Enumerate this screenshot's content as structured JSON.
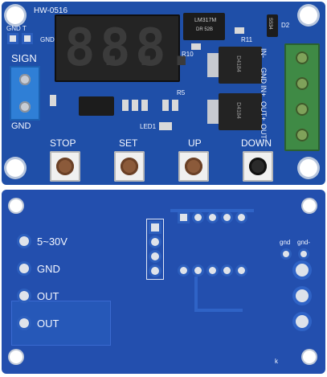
{
  "top_board": {
    "model_label": "HW-0516",
    "gnd_t_label": "GND T",
    "gnd_small_label": "GND",
    "sign_label": "SIGN",
    "gnd_bottom_label": "GND",
    "r10_label": "R10",
    "r11_label": "R11",
    "r5_label": "R5",
    "led1_label": "LED1",
    "d2_label": "D2",
    "regulator_text": "LM317M",
    "regulator_code": "DR 52B",
    "diode_text": "SS34",
    "mosfet_text": "D4184",
    "terminal_labels": [
      "IN-",
      "GND",
      "IN+",
      "OUT+",
      "OUT-"
    ],
    "buttons": [
      "STOP",
      "SET",
      "UP",
      "DOWN"
    ]
  },
  "bottom_board": {
    "labels": [
      "5~30V",
      "GND",
      "OUT",
      "OUT"
    ],
    "gnd_label": "gnd",
    "gnd_minus_label": "gnd-",
    "k_label": "k"
  },
  "colors": {
    "pcb_blue": "#1f4fa8",
    "terminal_blue": "#2f7fd6",
    "terminal_green": "#3f8a45",
    "display_black": "#242424"
  }
}
